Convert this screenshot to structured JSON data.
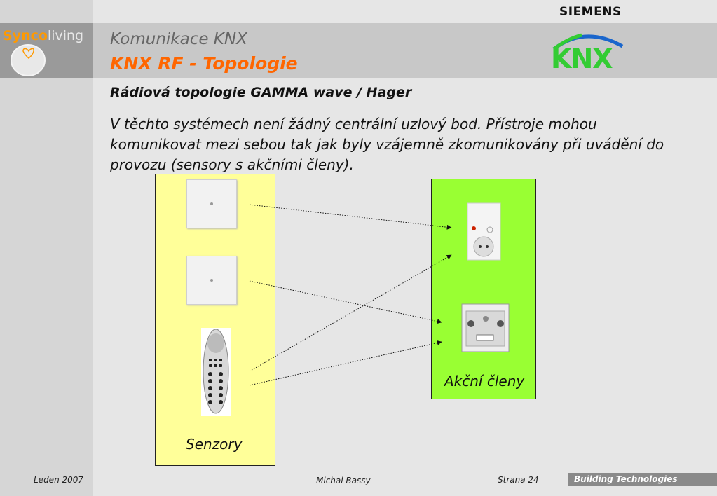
{
  "brand": {
    "company": "SIEMENS",
    "product_part1": "Synco",
    "product_part2": "living",
    "knx_logo_text": "KNX"
  },
  "header": {
    "title": "Komunikace KNX",
    "subtitle": "KNX RF - Topologie"
  },
  "content": {
    "heading": "Rádiová topologie GAMMA wave / Hager",
    "paragraph": "V těchto systémech není žádný centrální uzlový bod. Přístroje mohou komunikovat mezi sebou tak jak byly vzájemně zkomunikovány při uvádění do provozu (sensory s akčními členy)."
  },
  "diagram": {
    "sensors_label": "Senzory",
    "actuators_label": "Akční členy"
  },
  "footer": {
    "date": "Leden 2007",
    "author": "Michal Bassy",
    "page": "Strana 24",
    "division": "Building Technologies"
  },
  "colors": {
    "accent_orange": "#ff6600",
    "sensors_box": "#ffff99",
    "actuators_box": "#99ff33",
    "knx_green": "#33cc33"
  }
}
